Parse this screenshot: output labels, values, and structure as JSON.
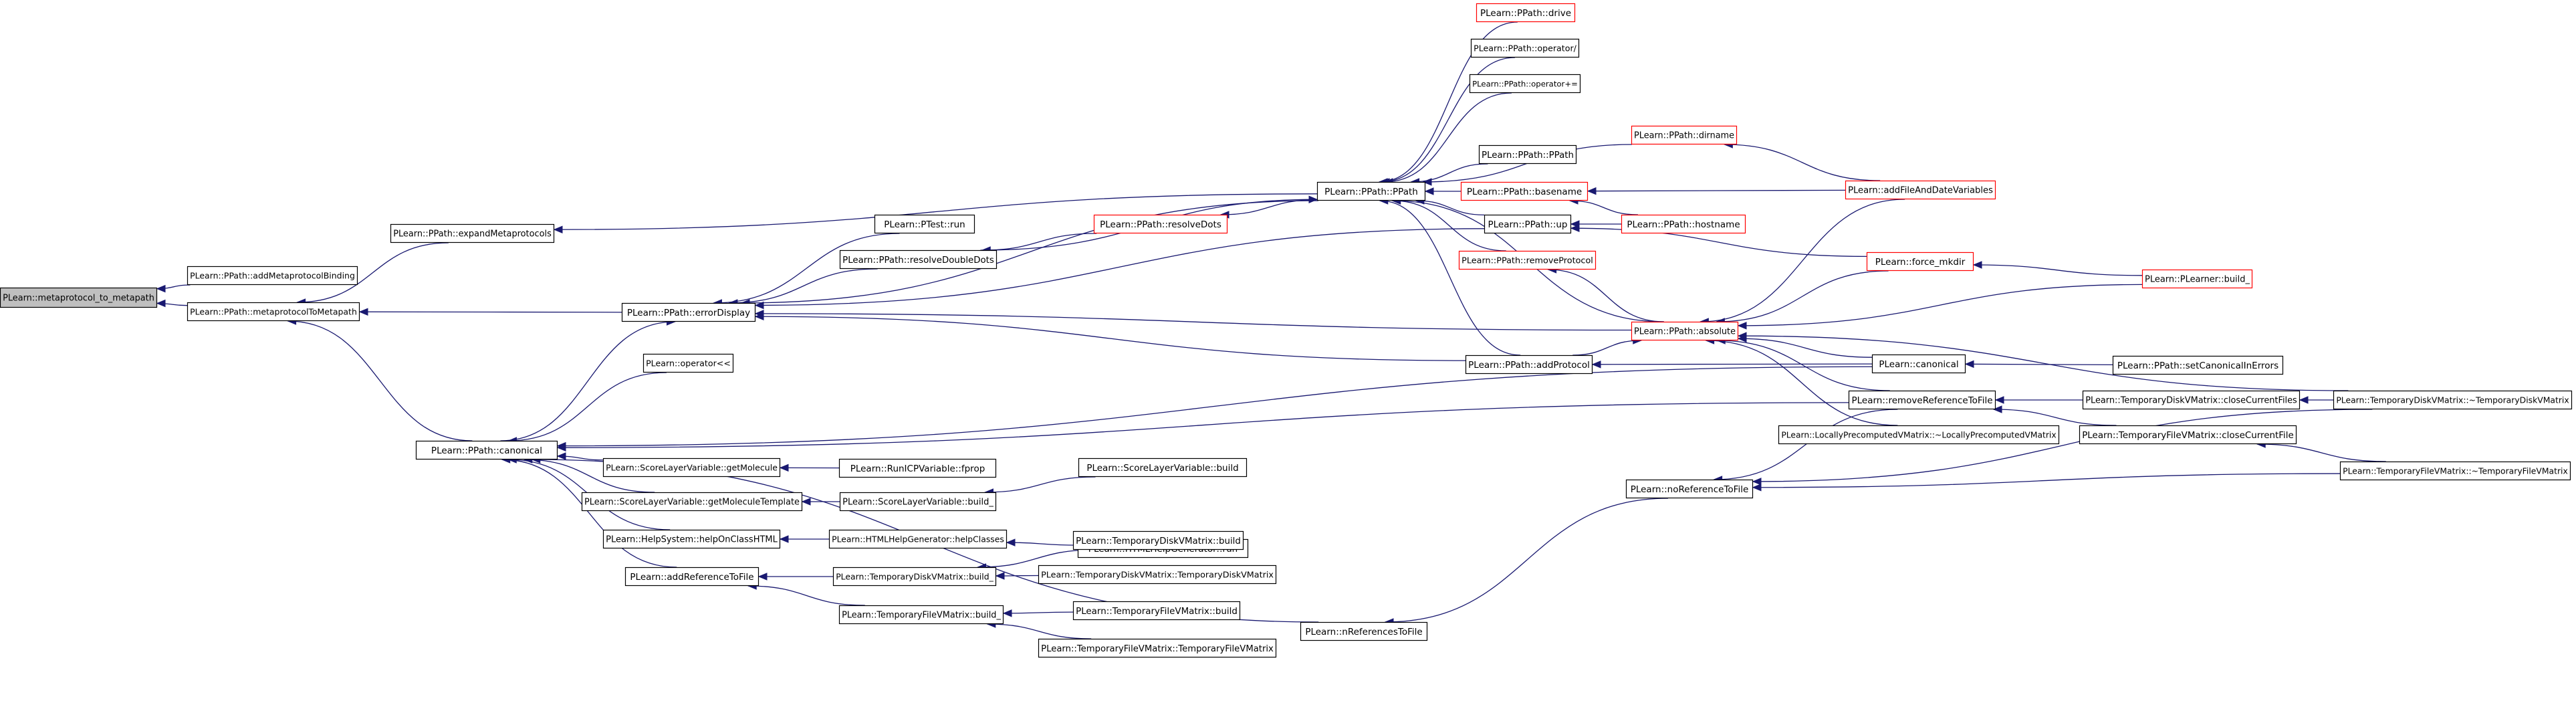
{
  "colors": {
    "edge": "#191970",
    "default_border": "#000000",
    "link_border": "#ff0000",
    "root_fill": "#bfbfbf",
    "fill": "#ffffff"
  },
  "nodes": [
    {
      "id": "n0",
      "label": "PLearn::metaprotocol_to_metapath",
      "style": "root"
    },
    {
      "id": "n1",
      "label": "PLearn::PPath::addMetaprotocolBinding",
      "style": "black"
    },
    {
      "id": "n2",
      "label": "PLearn::PPath::metaprotocolToMetapath",
      "style": "black"
    },
    {
      "id": "n3",
      "label": "PLearn::PPath::expandMetaprotocols",
      "style": "black"
    },
    {
      "id": "n4",
      "label": "PLearn::PPath::errorDisplay",
      "style": "black"
    },
    {
      "id": "n5",
      "label": "PLearn::PPath::canonical",
      "style": "black"
    },
    {
      "id": "n6",
      "label": "PLearn::PPath::PPath",
      "style": "black"
    },
    {
      "id": "n7",
      "label": "PLearn::PTest::run",
      "style": "black"
    },
    {
      "id": "n8",
      "label": "PLearn::PPath::resolveDoubleDots",
      "style": "black"
    },
    {
      "id": "n9",
      "label": "PLearn::PPath::resolveDots",
      "style": "red"
    },
    {
      "id": "n10",
      "label": "PLearn::operator<<",
      "style": "black"
    },
    {
      "id": "n11",
      "label": "PLearn::ScoreLayerVariable::getMolecule",
      "style": "black"
    },
    {
      "id": "n12",
      "label": "PLearn::ScoreLayerVariable::getMoleculeTemplate",
      "style": "black"
    },
    {
      "id": "n13",
      "label": "PLearn::HelpSystem::helpOnClassHTML",
      "style": "black"
    },
    {
      "id": "n14",
      "label": "PLearn::addReferenceToFile",
      "style": "black"
    },
    {
      "id": "n15",
      "label": "PLearn::RunICPVariable::fprop",
      "style": "black"
    },
    {
      "id": "n16",
      "label": "PLearn::ScoreLayerVariable::build_",
      "style": "black"
    },
    {
      "id": "n17",
      "label": "PLearn::ScoreLayerVariable::build",
      "style": "black"
    },
    {
      "id": "n18",
      "label": "PLearn::HTMLHelpGenerator::helpClasses",
      "style": "black"
    },
    {
      "id": "n19",
      "label": "PLearn::HTMLHelpGenerator::run",
      "style": "black"
    },
    {
      "id": "n20",
      "label": "PLearn::TemporaryDiskVMatrix::build_",
      "style": "black"
    },
    {
      "id": "n21",
      "label": "PLearn::TemporaryDiskVMatrix::build",
      "style": "black"
    },
    {
      "id": "n22",
      "label": "PLearn::TemporaryDiskVMatrix::TemporaryDiskVMatrix",
      "style": "black"
    },
    {
      "id": "n23",
      "label": "PLearn::TemporaryFileVMatrix::build_",
      "style": "black"
    },
    {
      "id": "n24",
      "label": "PLearn::TemporaryFileVMatrix::build",
      "style": "black"
    },
    {
      "id": "n25",
      "label": "PLearn::TemporaryFileVMatrix::TemporaryFileVMatrix",
      "style": "black"
    },
    {
      "id": "n26",
      "label": "PLearn::nReferencesToFile",
      "style": "black"
    },
    {
      "id": "n27",
      "label": "PLearn::PPath::drive",
      "style": "red"
    },
    {
      "id": "n28",
      "label": "PLearn::PPath::operator/",
      "style": "black"
    },
    {
      "id": "n29",
      "label": "PLearn::PPath::operator+=",
      "style": "black"
    },
    {
      "id": "n30",
      "label": "PLearn::PPath::dirname",
      "style": "red"
    },
    {
      "id": "n31",
      "label": "PLearn::PPath::PPath",
      "style": "black"
    },
    {
      "id": "n32",
      "label": "PLearn::PPath::basename",
      "style": "red"
    },
    {
      "id": "n33",
      "label": "PLearn::PPath::hostname",
      "style": "red"
    },
    {
      "id": "n34",
      "label": "PLearn::PPath::up",
      "style": "black"
    },
    {
      "id": "n35",
      "label": "PLearn::PPath::removeProtocol",
      "style": "red"
    },
    {
      "id": "n36",
      "label": "PLearn::PPath::absolute",
      "style": "red"
    },
    {
      "id": "n37",
      "label": "PLearn::PPath::addProtocol",
      "style": "black"
    },
    {
      "id": "n38",
      "label": "PLearn::addFileAndDateVariables",
      "style": "red"
    },
    {
      "id": "n39",
      "label": "PLearn::force_mkdir",
      "style": "red"
    },
    {
      "id": "n40",
      "label": "PLearn::PLearner::build_",
      "style": "red"
    },
    {
      "id": "n41",
      "label": "PLearn::canonical",
      "style": "black"
    },
    {
      "id": "n42",
      "label": "PLearn::PPath::setCanonicalInErrors",
      "style": "black"
    },
    {
      "id": "n43",
      "label": "PLearn::removeReferenceToFile",
      "style": "black"
    },
    {
      "id": "n44",
      "label": "PLearn::TemporaryDiskVMatrix::closeCurrentFiles",
      "style": "black"
    },
    {
      "id": "n45",
      "label": "PLearn::TemporaryDiskVMatrix::~TemporaryDiskVMatrix",
      "style": "black"
    },
    {
      "id": "n46",
      "label": "PLearn::LocallyPrecomputedVMatrix::~LocallyPrecomputedVMatrix",
      "style": "black"
    },
    {
      "id": "n47",
      "label": "PLearn::TemporaryFileVMatrix::closeCurrentFile",
      "style": "black"
    },
    {
      "id": "n48",
      "label": "PLearn::noReferenceToFile",
      "style": "black"
    },
    {
      "id": "n49",
      "label": "PLearn::TemporaryFileVMatrix::~TemporaryFileVMatrix",
      "style": "black"
    }
  ],
  "edges": [
    [
      "n1",
      "n0"
    ],
    [
      "n2",
      "n0"
    ],
    [
      "n3",
      "n2"
    ],
    [
      "n4",
      "n2"
    ],
    [
      "n5",
      "n2"
    ],
    [
      "n6",
      "n3"
    ],
    [
      "n5",
      "n4"
    ],
    [
      "n6",
      "n4"
    ],
    [
      "n7",
      "n4"
    ],
    [
      "n8",
      "n4"
    ],
    [
      "n34",
      "n4"
    ],
    [
      "n36",
      "n4"
    ],
    [
      "n37",
      "n4"
    ],
    [
      "n10",
      "n5"
    ],
    [
      "n11",
      "n5"
    ],
    [
      "n12",
      "n5"
    ],
    [
      "n13",
      "n5"
    ],
    [
      "n14",
      "n5"
    ],
    [
      "n26",
      "n5"
    ],
    [
      "n41",
      "n5"
    ],
    [
      "n43",
      "n5"
    ],
    [
      "n27",
      "n6"
    ],
    [
      "n28",
      "n6"
    ],
    [
      "n29",
      "n6"
    ],
    [
      "n30",
      "n6"
    ],
    [
      "n31",
      "n6"
    ],
    [
      "n32",
      "n6"
    ],
    [
      "n34",
      "n6"
    ],
    [
      "n35",
      "n6"
    ],
    [
      "n36",
      "n6"
    ],
    [
      "n37",
      "n6"
    ],
    [
      "n8",
      "n6"
    ],
    [
      "n9",
      "n8"
    ],
    [
      "n6",
      "n9"
    ],
    [
      "n15",
      "n11"
    ],
    [
      "n16",
      "n12"
    ],
    [
      "n17",
      "n16"
    ],
    [
      "n18",
      "n13"
    ],
    [
      "n19",
      "n18"
    ],
    [
      "n20",
      "n14"
    ],
    [
      "n23",
      "n14"
    ],
    [
      "n21",
      "n20"
    ],
    [
      "n22",
      "n20"
    ],
    [
      "n24",
      "n23"
    ],
    [
      "n25",
      "n23"
    ],
    [
      "n38",
      "n30"
    ],
    [
      "n38",
      "n32"
    ],
    [
      "n33",
      "n32"
    ],
    [
      "n33",
      "n34"
    ],
    [
      "n39",
      "n34"
    ],
    [
      "n36",
      "n35"
    ],
    [
      "n37",
      "n36"
    ],
    [
      "n38",
      "n36"
    ],
    [
      "n39",
      "n36"
    ],
    [
      "n40",
      "n36"
    ],
    [
      "n41",
      "n36"
    ],
    [
      "n43",
      "n36"
    ],
    [
      "n45",
      "n36"
    ],
    [
      "n46",
      "n36"
    ],
    [
      "n41",
      "n37"
    ],
    [
      "n40",
      "n39"
    ],
    [
      "n42",
      "n41"
    ],
    [
      "n44",
      "n43"
    ],
    [
      "n47",
      "n43"
    ],
    [
      "n45",
      "n44"
    ],
    [
      "n48",
      "n26"
    ],
    [
      "n43",
      "n48"
    ],
    [
      "n45",
      "n48"
    ],
    [
      "n49",
      "n48"
    ],
    [
      "n49",
      "n47"
    ]
  ]
}
